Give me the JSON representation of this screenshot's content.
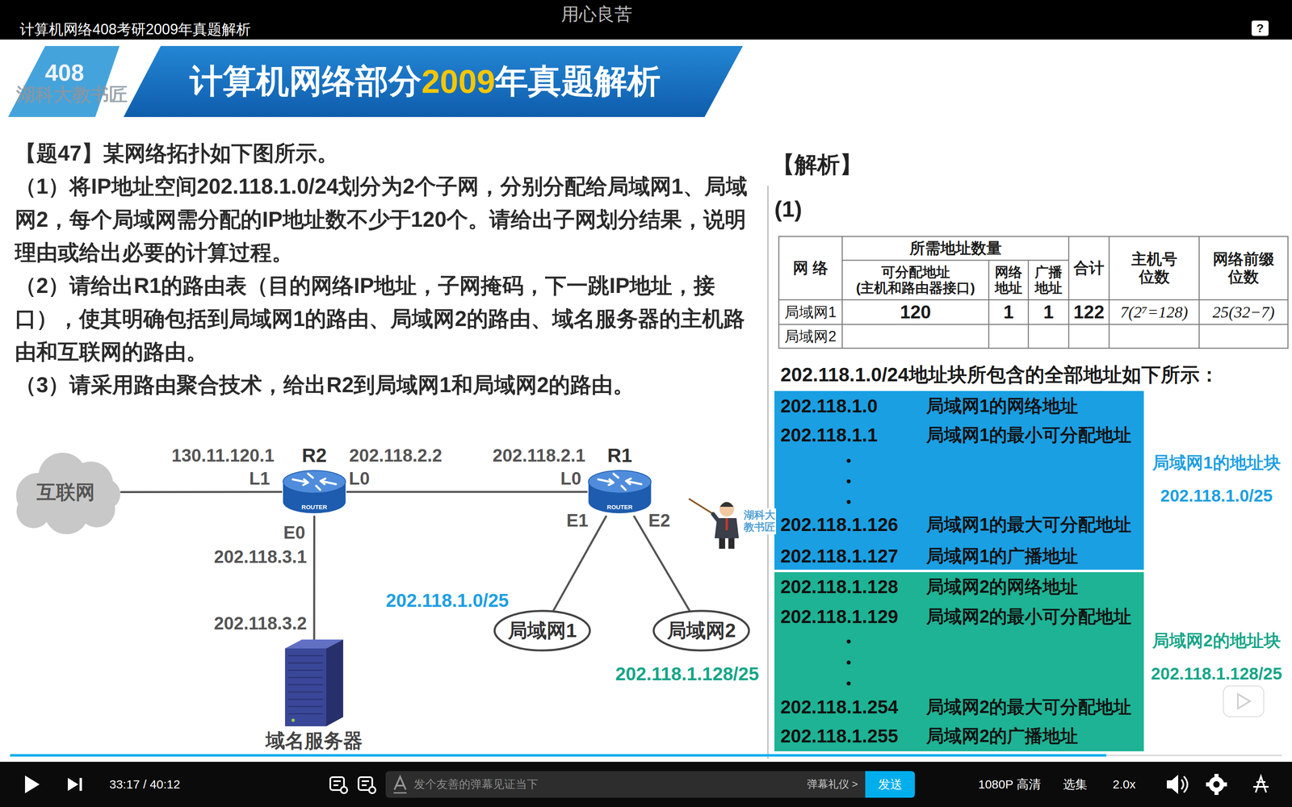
{
  "diagram": {
    "title": "计算机网络408考研2009年真题解析",
    "nodes": [
      {
        "text": [
          "计算机网络部分",
          "2009",
          "年真题解析"
        ]
      },
      {
        "text": [
          "互联网"
        ]
      },
      {
        "text": [
          "R2",
          "ROUTER"
        ]
      },
      {
        "text": [
          "R1",
          "ROUTER"
        ]
      },
      {
        "text": [
          "域名服务器"
        ]
      },
      {
        "text": [
          "局域网1"
        ]
      },
      {
        "text": [
          "局域网2"
        ]
      },
      {
        "text": [
          "202.118.1.0",
          "局域网1的网络地址",
          "202.118.1.1",
          "局域网1的最小可分配地址",
          "202.118.1.126",
          "局域网1的最大可分配地址",
          "202.118.1.127",
          "局域网1的广播地址"
        ]
      },
      {
        "text": [
          "202.118.1.128",
          "局域网2的网络地址",
          "202.118.1.129",
          "局域网2的最小可分配地址",
          "202.118.1.254",
          "局域网2的最大可分配地址",
          "202.118.1.255",
          "局域网2的广播地址"
        ]
      },
      {
        "text": [
          "发个友善的弹幕见证当下",
          "弹幕礼仪 >"
        ]
      },
      {
        "text": [
          "发送"
        ]
      }
    ],
    "edges": [
      {
        "from": 1,
        "to": 2,
        "arrow": "none"
      },
      {
        "from": 2,
        "to": 3,
        "arrow": "none"
      },
      {
        "from": 2,
        "to": 4,
        "arrow": "none"
      },
      {
        "from": 3,
        "to": 5,
        "arrow": "none"
      },
      {
        "from": 3,
        "to": 6,
        "arrow": "none"
      }
    ],
    "labels": [
      "用心良苦",
      "?",
      "408",
      "湖科大教书匠",
      "【题47】某网络拓扑如下图所示。",
      "（1）将IP地址空间202.118.1.0/24划分为2个子网，分别分配给局域网1、局域网2，每个局域网需分配的IP地址数不少于120个。请给出子网划分结果，说明理由或给出必要的计算过程。",
      "（2）请给出R1的路由表（目的网络IP地址，子网掩码，下一跳IP地址，接口），使其明确包括到局域网1的路由、局域网2的路由、域名服务器的主机路由和互联网的路由。",
      "（3）请采用路由聚合技术，给出R2到局域网1和局域网2的路由。",
      "130.11.120.1",
      "L1",
      "202.118.2.2",
      "L0",
      "202.118.2.1",
      "L0",
      "E1",
      "E2",
      "E0",
      "202.118.3.1",
      "202.118.3.2",
      "202.118.1.0/25",
      "202.118.1.128/25",
      "湖科大教书匠",
      "【解析】",
      "(1)",
      "网 络",
      "所需地址数量",
      "合计",
      "主机号 位数",
      "网络前缀 位数",
      "可分配地址 (主机和路由器接口)",
      "网络 地址",
      "广播 地址",
      "局域网1",
      "120",
      "1",
      "1",
      "122",
      "7(2⁷=128)",
      "25(32−7)",
      "局域网2",
      "202.118.1.0/24地址块所包含的全部地址如下所示：",
      "局域网1的地址块",
      "202.118.1.0/25",
      "局域网2的地址块",
      "202.118.1.128/25",
      "33:17 / 40:12",
      "1080P 高清",
      "选集",
      "2.0x"
    ]
  }
}
